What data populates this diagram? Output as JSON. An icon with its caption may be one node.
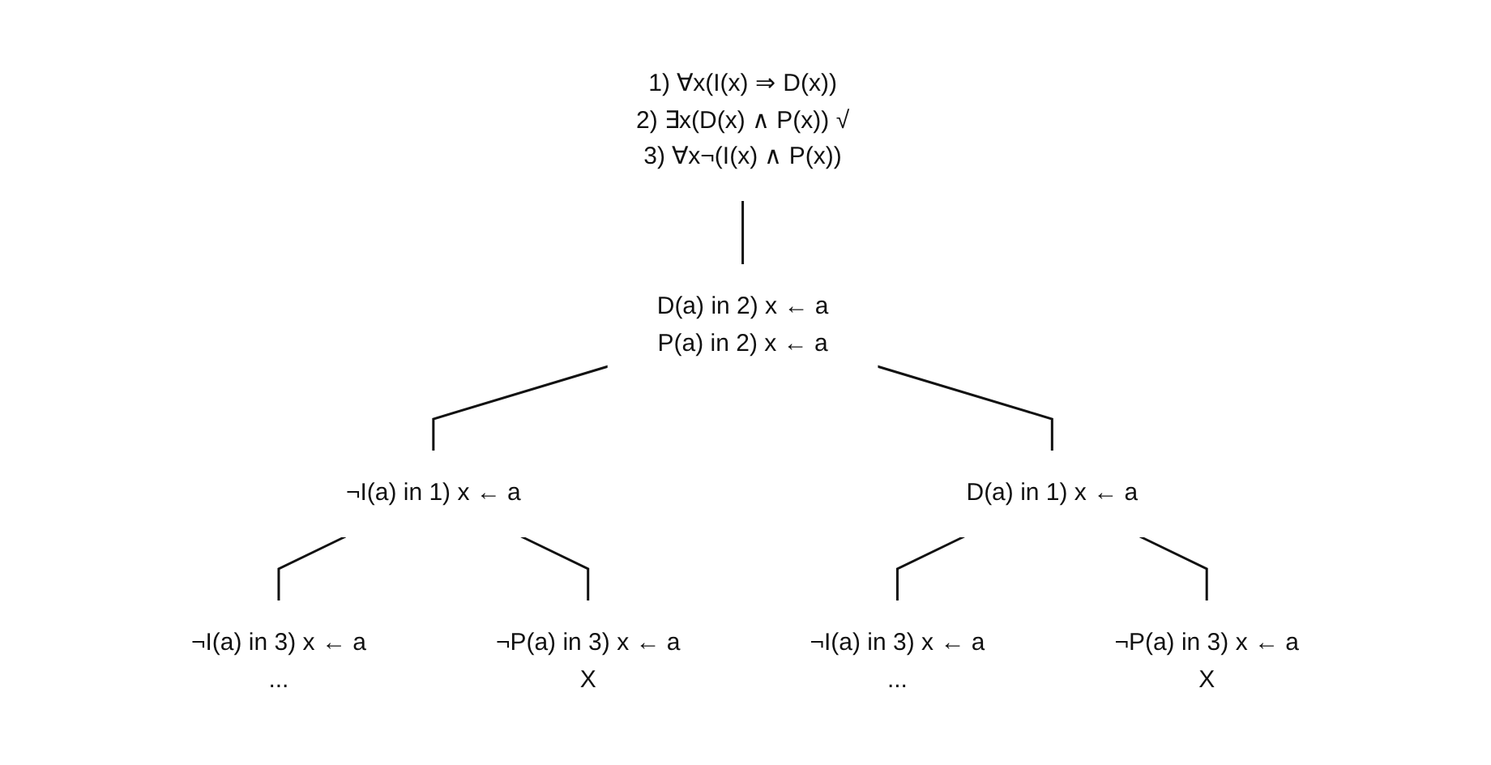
{
  "diagram": {
    "nodes": [
      {
        "text": [
          "1) ∀x(I(x) ⇒ D(x))",
          "2) ∃x(D(x) ∧ P(x)) √",
          "3) ∀x¬(I(x) ∧ P(x))"
        ]
      },
      {
        "text": [
          "D(a) in 2) x ← a",
          "P(a) in 2) x ← a"
        ]
      },
      {
        "text": [
          "¬I(a) in 1) x ← a"
        ]
      },
      {
        "text": [
          "D(a) in 1) x ← a"
        ]
      },
      {
        "text": [
          "¬I(a) in 3) x ← a",
          "..."
        ]
      },
      {
        "text": [
          "¬P(a) in 3) x ← a",
          "X"
        ]
      },
      {
        "text": [
          "¬I(a) in 3) x ← a",
          "..."
        ]
      },
      {
        "text": [
          "¬P(a) in 3) x ← a",
          "X"
        ]
      }
    ],
    "edges": [
      {
        "from": 0,
        "to": 1,
        "arrow": "none"
      },
      {
        "from": 1,
        "to": 2,
        "arrow": "none"
      },
      {
        "from": 1,
        "to": 3,
        "arrow": "none"
      },
      {
        "from": 2,
        "to": 4,
        "arrow": "none"
      },
      {
        "from": 2,
        "to": 5,
        "arrow": "none"
      },
      {
        "from": 3,
        "to": 6,
        "arrow": "none"
      },
      {
        "from": 3,
        "to": 7,
        "arrow": "none"
      }
    ]
  }
}
